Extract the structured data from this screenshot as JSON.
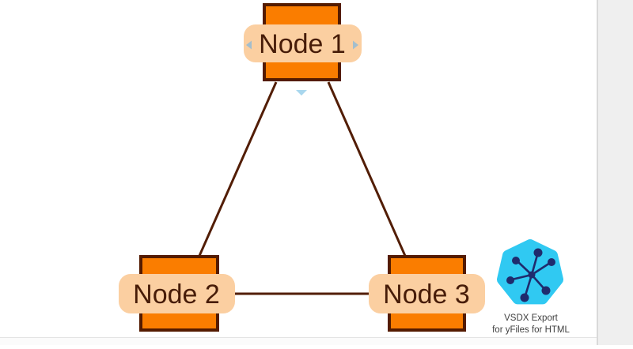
{
  "diagram": {
    "type": "graph",
    "nodes": [
      {
        "id": "node1",
        "label": "Node 1"
      },
      {
        "id": "node2",
        "label": "Node 2"
      },
      {
        "id": "node3",
        "label": "Node 3"
      }
    ],
    "edges": [
      {
        "from": "Node 1",
        "to": "Node 2"
      },
      {
        "from": "Node 1",
        "to": "Node 3"
      },
      {
        "from": "Node 2",
        "to": "Node 3"
      }
    ],
    "selected_node_handles": [
      "pan-left",
      "pan-right",
      "pan-down"
    ]
  },
  "watermark": {
    "line1": "VSDX Export",
    "line2": "for yFiles for HTML",
    "logo": "yfiles-molecule-logo"
  },
  "icons": {
    "pan_left": "left-chevron",
    "pan_right": "right-chevron",
    "pan_down": "down-chevron"
  },
  "colors": {
    "node_fill": "#fa7d00",
    "node_border": "#541b00",
    "label_fill": "#fbcfa1",
    "label_text": "#471c08",
    "edge": "#521d05",
    "handle_side": "#a3becd",
    "handle_down": "#a9d7ee",
    "logo_blob": "#30c9f2",
    "logo_glyph": "#1f2b6d",
    "panel_bg": "#efefef"
  }
}
